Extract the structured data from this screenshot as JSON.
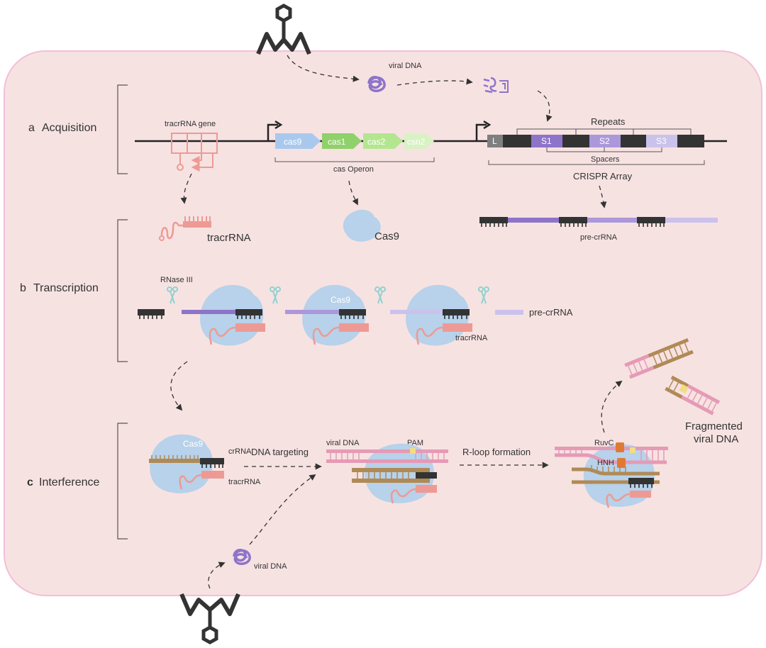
{
  "colors": {
    "cell": "#f7e2e2",
    "cell_border": "#f2bfd8",
    "cas9": "#a9c9ec",
    "cas1": "#8fd16a",
    "cas2": "#b4e690",
    "csn2": "#d8f2c3",
    "repeat": "#333333",
    "spacer1": "#8e74c8",
    "spacer2": "#ab98db",
    "spacer3": "#cbc2ec",
    "tracrRNA": "#ee9a94",
    "protein": "#b7d2ea",
    "viral_dna_strand": "#b08a56",
    "target_pink": "#e59ab5",
    "nuclease": "#e07a33",
    "pam": "#f2dc86"
  },
  "icons": [
    "phage-icon",
    "viral-dna-coil-icon",
    "scissors-icon",
    "promoter-arrow-icon"
  ],
  "stages": {
    "acquisition": {
      "letter": "a",
      "name": "Acquisition"
    },
    "transcription": {
      "letter": "b",
      "name": "Transcription"
    },
    "interference": {
      "letter": "c",
      "name": "Interference"
    }
  },
  "labels": {
    "viral_dna_top": "viral DNA",
    "tracrrna_gene": "tracrRNA gene",
    "cas9_gene": "cas9",
    "cas1_gene": "cas1",
    "cas2_gene": "cas2",
    "csn2_gene": "csn2",
    "cas_operon": "cas Operon",
    "leader": "L",
    "s1": "S1",
    "s2": "S2",
    "s3": "S3",
    "repeats": "Repeats",
    "spacers": "Spacers",
    "crispr_array": "CRISPR Array",
    "tracrrna": "tracrRNA",
    "cas9_protein": "Cas9",
    "pre_crrna_top": "pre-crRNA",
    "rnase3": "RNase III",
    "cas9_complex": "Cas9",
    "pre_crrna_mid": "pre-crRNA",
    "tracrrna_small": "tracrRNA",
    "cas9_interf": "Cas9",
    "crrna": "crRNA",
    "tracrrna_interf": "tracrRNA",
    "dna_targeting": "DNA targeting",
    "viral_dna_target": "viral DNA",
    "pam": "PAM",
    "rloop": "R-loop formation",
    "ruvc": "RuvC",
    "hnh": "HNH",
    "fragmented_1": "Fragmented",
    "fragmented_2": "viral DNA",
    "viral_dna_bottom": "viral DNA"
  }
}
